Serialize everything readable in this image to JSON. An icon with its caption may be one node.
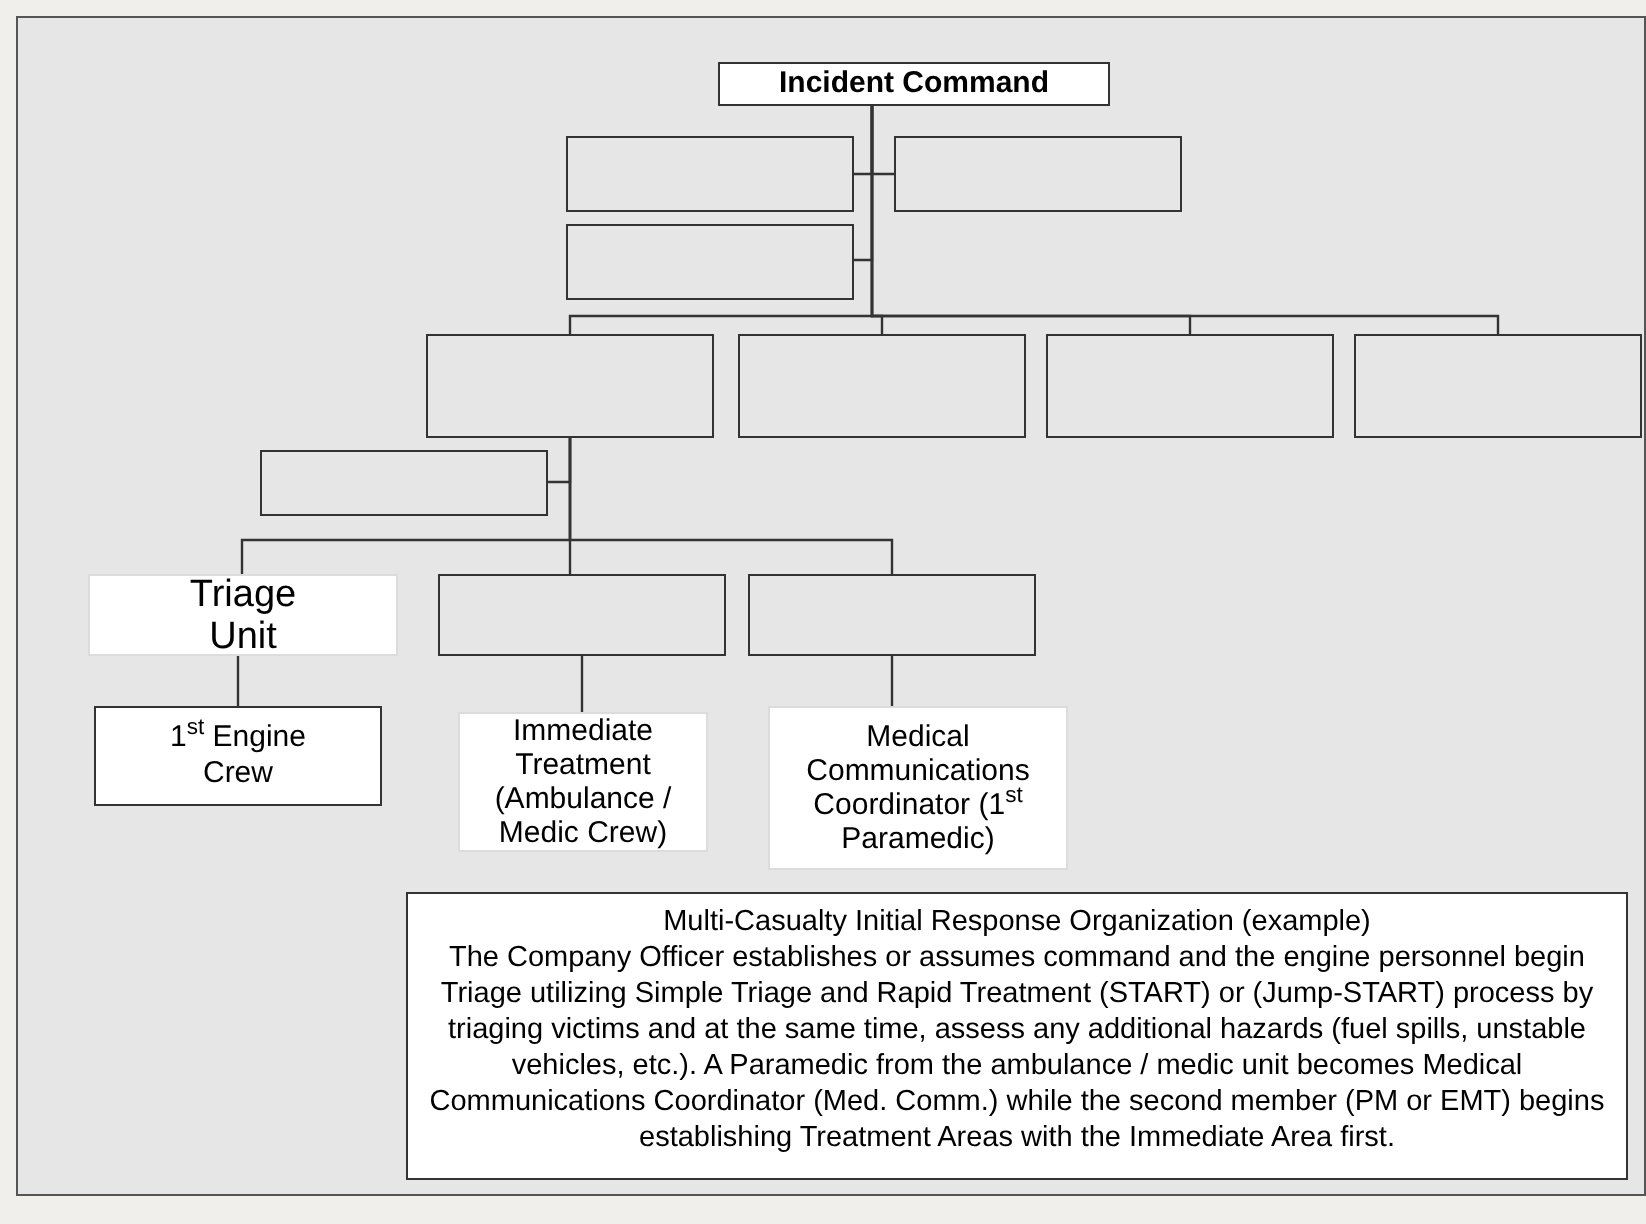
{
  "diagram": {
    "nodes": [
      {
        "text": [
          "Incident Command"
        ]
      },
      {
        "text": [],
        "shape": "box"
      },
      {
        "text": [],
        "shape": "box"
      },
      {
        "text": [],
        "shape": "box"
      },
      {
        "text": [],
        "shape": "box"
      },
      {
        "text": [],
        "shape": "box"
      },
      {
        "text": [],
        "shape": "box"
      },
      {
        "text": [],
        "shape": "box"
      },
      {
        "text": [],
        "shape": "box"
      },
      {
        "text": [
          "Triage Unit"
        ]
      },
      {
        "text": [],
        "shape": "box"
      },
      {
        "text": [],
        "shape": "box"
      },
      {
        "text": [
          "1$^{st}$ Engine Crew"
        ]
      },
      {
        "text": [
          "Immediate Treatment (Ambulance / Medic Crew)"
        ]
      },
      {
        "text": [
          "Medical Communications Coordinator (1$^{st}$ Paramedic)"
        ]
      },
      {
        "text": [
          "Multi-Casualty Initial Response Organization (example)",
          "The Company Officer establishes or assumes command and the engine personnel begin Triage utilizing Simple Triage and Rapid Treatment (START) or (Jump-START) process by triaging victims and at the same time, assess any additional hazards (fuel spills, unstable vehicles, etc.).  A Paramedic from the ambulance / medic unit becomes Medical Communications Coordinator (Med. Comm.) while the second member (PM or EMT) begins establishing Treatment Areas with the Immediate Area first."
        ]
      }
    ],
    "edges": [
      {
        "from": 0,
        "to": 1,
        "arrow": "none"
      },
      {
        "from": 0,
        "to": 2,
        "arrow": "none"
      },
      {
        "from": 0,
        "to": 3,
        "arrow": "none"
      },
      {
        "from": 0,
        "to": 4,
        "arrow": "none"
      },
      {
        "from": 0,
        "to": 5,
        "arrow": "none"
      },
      {
        "from": 0,
        "to": 6,
        "arrow": "none"
      },
      {
        "from": 0,
        "to": 7,
        "arrow": "none"
      },
      {
        "from": 4,
        "to": 8,
        "arrow": "none"
      },
      {
        "from": 4,
        "to": 9,
        "arrow": "none"
      },
      {
        "from": 4,
        "to": 10,
        "arrow": "none"
      },
      {
        "from": 4,
        "to": 11,
        "arrow": "none"
      },
      {
        "from": 9,
        "to": 12,
        "arrow": "none"
      },
      {
        "from": 10,
        "to": 13,
        "arrow": "none"
      },
      {
        "from": 11,
        "to": 14,
        "arrow": "none"
      }
    ]
  }
}
